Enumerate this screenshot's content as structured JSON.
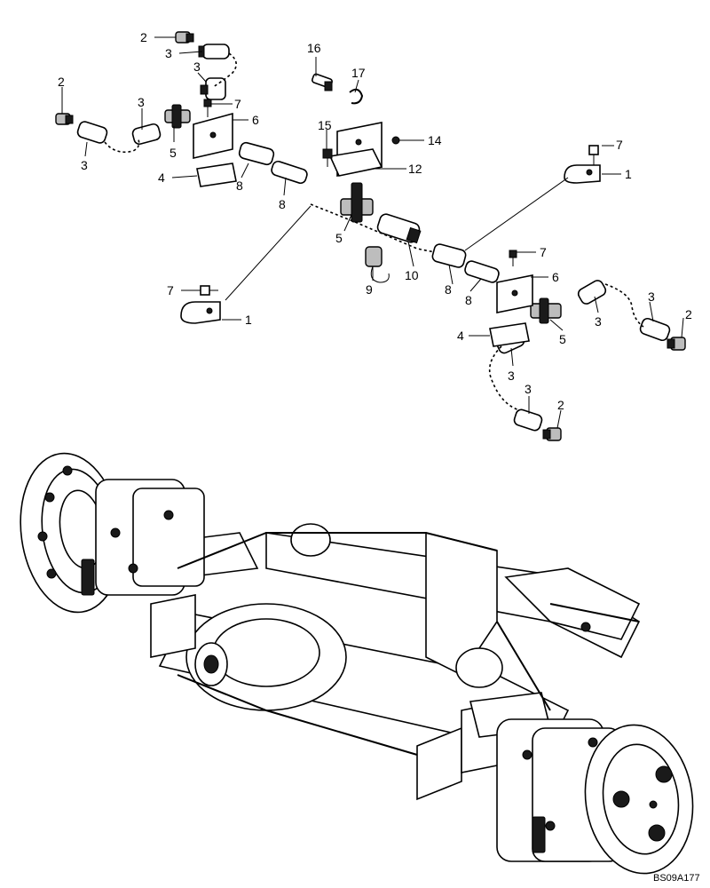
{
  "drawing_id": "BS09A177",
  "callouts": [
    {
      "id": "c1",
      "label": "2"
    },
    {
      "id": "c2",
      "label": "3"
    },
    {
      "id": "c3",
      "label": "16"
    },
    {
      "id": "c4",
      "label": "17"
    },
    {
      "id": "c5",
      "label": "2"
    },
    {
      "id": "c6",
      "label": "3"
    },
    {
      "id": "c7",
      "label": "3"
    },
    {
      "id": "c8",
      "label": "7"
    },
    {
      "id": "c9",
      "label": "6"
    },
    {
      "id": "c10",
      "label": "15"
    },
    {
      "id": "c11",
      "label": "14"
    },
    {
      "id": "c12",
      "label": "3"
    },
    {
      "id": "c13",
      "label": "5"
    },
    {
      "id": "c14",
      "label": "7"
    },
    {
      "id": "c15",
      "label": "4"
    },
    {
      "id": "c16",
      "label": "8"
    },
    {
      "id": "c17",
      "label": "12"
    },
    {
      "id": "c18",
      "label": "1"
    },
    {
      "id": "c19",
      "label": "8"
    },
    {
      "id": "c20",
      "label": "5"
    },
    {
      "id": "c21",
      "label": "7"
    },
    {
      "id": "c22",
      "label": "9"
    },
    {
      "id": "c23",
      "label": "10"
    },
    {
      "id": "c24",
      "label": "8"
    },
    {
      "id": "c25",
      "label": "8"
    },
    {
      "id": "c26",
      "label": "6"
    },
    {
      "id": "c27",
      "label": "7"
    },
    {
      "id": "c28",
      "label": "1"
    },
    {
      "id": "c29",
      "label": "3"
    },
    {
      "id": "c30",
      "label": "2"
    },
    {
      "id": "c31",
      "label": "3"
    },
    {
      "id": "c32",
      "label": "4"
    },
    {
      "id": "c33",
      "label": "5"
    },
    {
      "id": "c34",
      "label": "3"
    },
    {
      "id": "c35",
      "label": "3"
    },
    {
      "id": "c36",
      "label": "2"
    }
  ]
}
